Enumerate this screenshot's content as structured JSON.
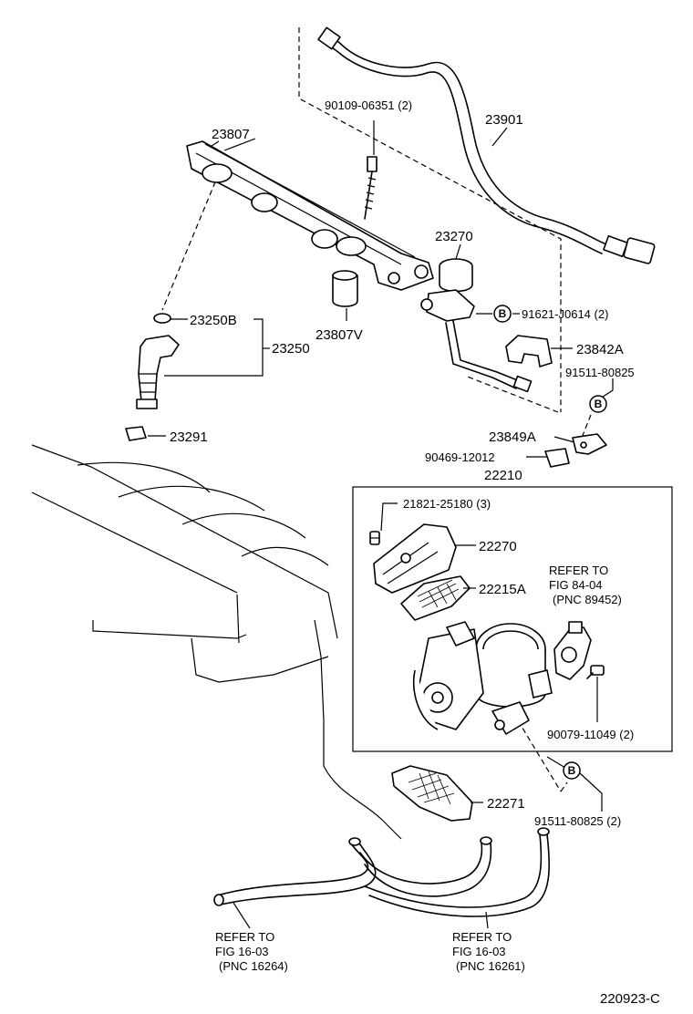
{
  "diagram_code": "220923-C",
  "labels": {
    "p23807": "23807",
    "p23901": "23901",
    "p90109": "90109-06351 (2)",
    "p23270": "23270",
    "p91621": "91621-J0614 (2)",
    "p23842A": "23842A",
    "p91511a": "91511-80825",
    "p23849A": "23849A",
    "p90469": "90469-12012",
    "p22210": "22210",
    "p23250B": "23250B",
    "p23250": "23250",
    "p23807V": "23807V",
    "p23291": "23291",
    "p21821": "21821-25180 (3)",
    "p22270": "22270",
    "p22215A": "22215A",
    "p90079": "90079-11049 (2)",
    "p91511b": "91511-80825 (2)",
    "p22271": "22271"
  },
  "refs": {
    "fig84_line1": "REFER TO",
    "fig84_line2": "FIG 84-04",
    "fig84_line3": "(PNC 89452)",
    "fig16a_line1": "REFER TO",
    "fig16a_line2": "FIG 16-03",
    "fig16a_line3": "(PNC 16264)",
    "fig16b_line1": "REFER TO",
    "fig16b_line2": "FIG 16-03",
    "fig16b_line3": "(PNC 16261)"
  },
  "badge_letter": "B"
}
